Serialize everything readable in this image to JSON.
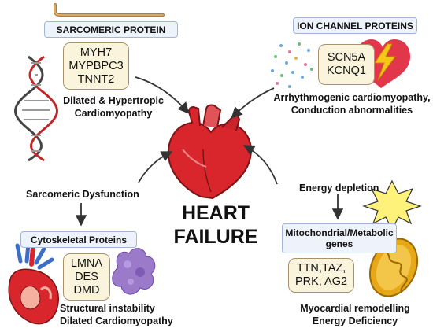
{
  "central_title": [
    "HEART",
    "FAILURE"
  ],
  "sarcomeric": {
    "label": "SARCOMERIC PROTEIN",
    "genes": [
      "MYH7",
      "MYPBPC3",
      "TNNT2"
    ],
    "caption": [
      "Dilated & Hypertropic",
      "Cardiomyopathy"
    ]
  },
  "ion_channel": {
    "label": "ION CHANNEL PROTEINS",
    "genes": [
      "SCN5A",
      "KCNQ1"
    ],
    "caption": [
      "Arrhythmogenic cardiomyopathy,",
      "Conduction abnormalities"
    ]
  },
  "cytoskeletal": {
    "top_text": "Sarcomeric Dysfunction",
    "label": "Cytoskeletal Proteins",
    "genes": [
      "LMNA",
      "DES",
      "DMD"
    ],
    "caption": [
      "Structural instability",
      "Dilated Cardiomyopathy"
    ]
  },
  "mitochondrial": {
    "top_text": "Energy depletion",
    "label": [
      "Mitochondrial/Metabolic",
      "genes"
    ],
    "genes": [
      "TTN,TAZ,",
      "PRK, AG2"
    ],
    "caption": [
      "Myocardial remodelling",
      "Energy Deficiency"
    ]
  },
  "colors": {
    "label_fill": "#eef3fb",
    "label_border": "#9fb6d9",
    "gene_fill": "#fbf4dc",
    "gene_border": "#a8936a",
    "heart_red": "#d9262c",
    "burst_yellow": "#fff27a",
    "mito_gold": "#e6a817",
    "protein_purple": "#9b7ac9"
  }
}
